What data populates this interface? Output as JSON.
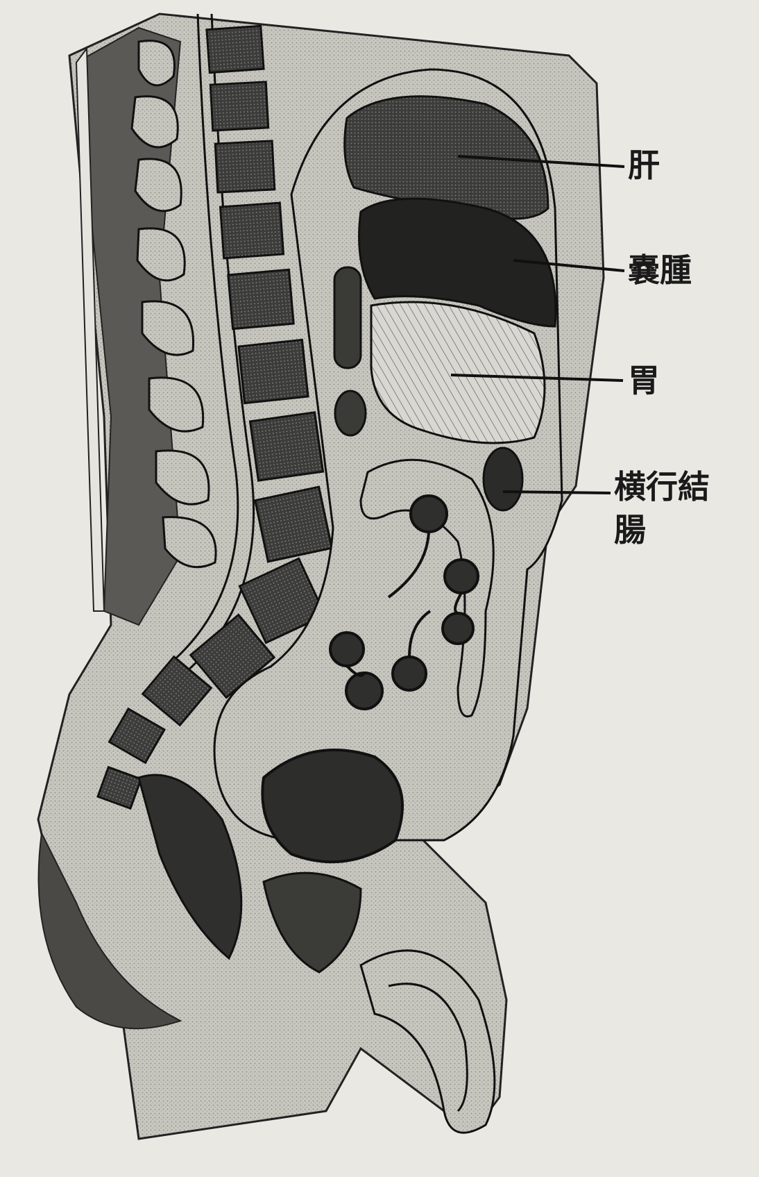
{
  "figure": {
    "labels": {
      "liver": "肝",
      "cyst": "嚢腫",
      "stomach": "胃",
      "transverse_colon_line1": "横行結",
      "transverse_colon_line2": "腸"
    },
    "colors": {
      "background": "#e9e8e3",
      "tissue": "#c9c8c1",
      "dark": "#2b2b2b",
      "outline": "#111111"
    }
  }
}
